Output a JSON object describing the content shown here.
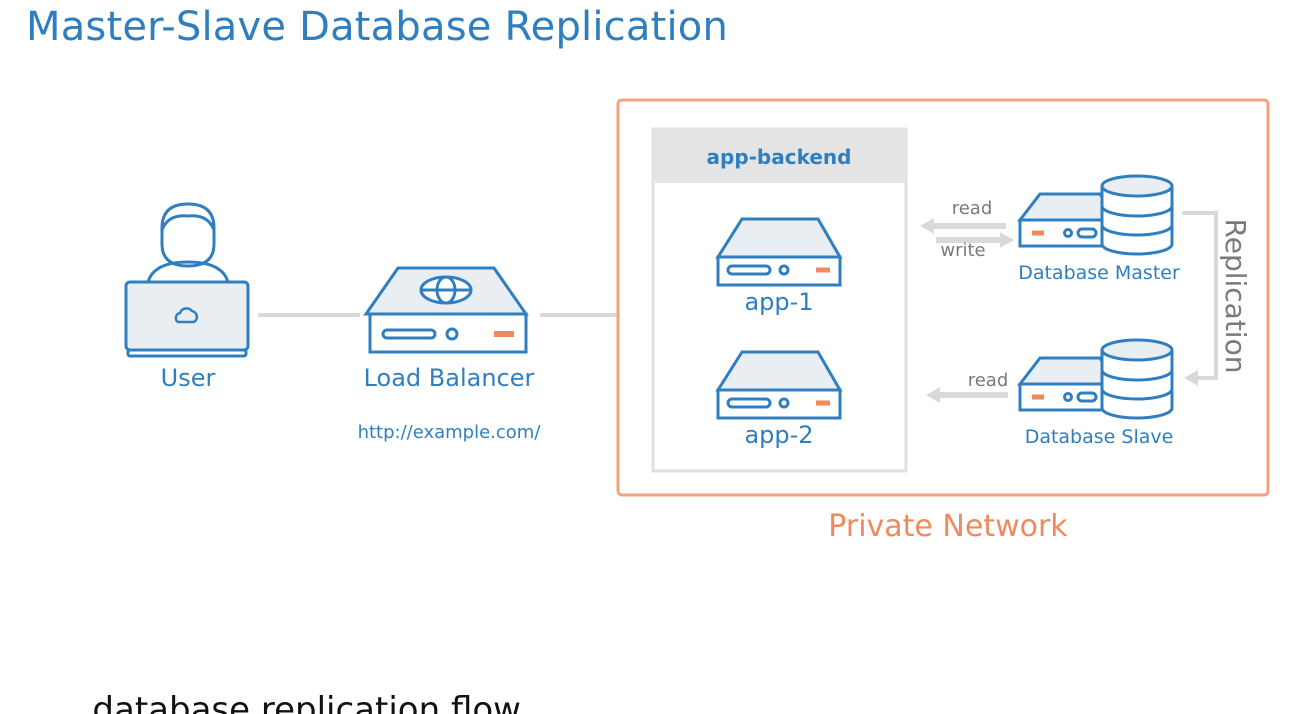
{
  "title": "Master-Slave Database Replication",
  "nodes": {
    "user": "User",
    "load_balancer": "Load Balancer",
    "load_balancer_url": "http://example.com/",
    "app_backend": "app-backend",
    "app1": "app-1",
    "app2": "app-2",
    "db_master": "Database Master",
    "db_slave": "Database Slave"
  },
  "edges": {
    "master_read": "read",
    "master_write": "write",
    "slave_read": "read",
    "replication": "Replication"
  },
  "groups": {
    "private_network": "Private Network"
  },
  "footer_text": "...database replication flow..."
}
